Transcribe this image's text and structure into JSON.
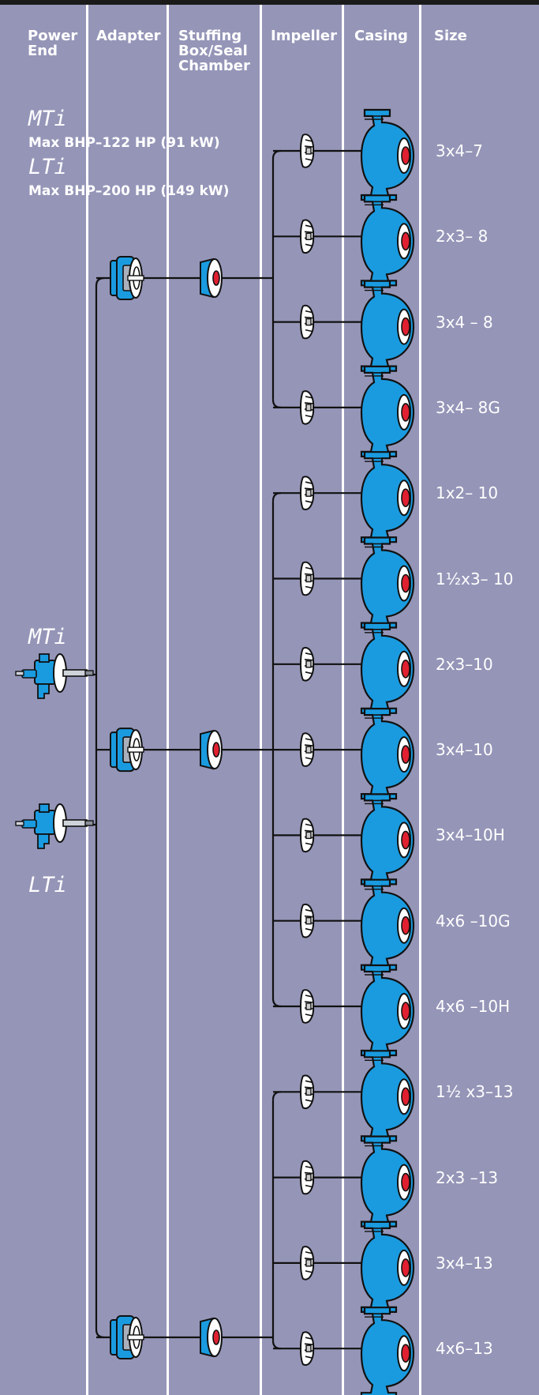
{
  "colors": {
    "background": "#9595b8",
    "divider": "#ffffff",
    "part_blue": "#1a9be0",
    "seal_red": "#e02030",
    "line": "#111111"
  },
  "headers": {
    "power_end": "Power\nEnd",
    "adapter": "Adapter",
    "stuffing_box": "Stuffing\nBox/Seal\nChamber",
    "impeller": "Impeller",
    "casing": "Casing",
    "size": "Size"
  },
  "models": {
    "mti_name": "MTi",
    "mti_spec": "Max BHP–122 HP (91 kW)",
    "lti_name": "LTi",
    "lti_spec": "Max BHP–200 HP (149 kW)",
    "power_end_mti": "MTi",
    "power_end_lti": "LTi"
  },
  "groups": [
    {
      "sizes": [
        "3x4–7",
        "2x3– 8",
        "3x4 – 8",
        "3x4– 8G"
      ]
    },
    {
      "sizes": [
        "1x2– 10",
        "1½x3– 10",
        "2x3–10",
        "3x4–10",
        "3x4–10H",
        "4x6 –10G",
        "4x6 –10H"
      ]
    },
    {
      "sizes": [
        "1½ x3–13",
        "2x3 –13",
        "3x4–13",
        "4x6–13"
      ]
    }
  ],
  "icons": {
    "power_end": "power-end-icon",
    "adapter": "adapter-icon",
    "stuffing_box": "stuffing-box-icon",
    "impeller": "impeller-icon",
    "casing": "casing-icon"
  }
}
